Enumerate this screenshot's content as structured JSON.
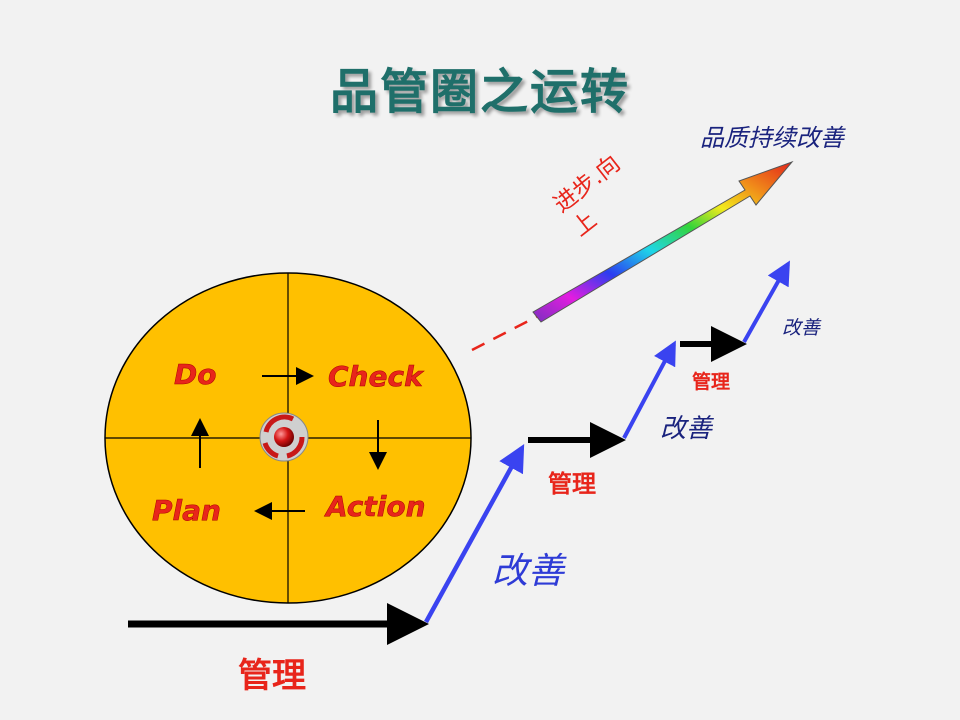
{
  "title": "品管圈之运转",
  "cycle": {
    "do": "Do",
    "check": "Check",
    "plan": "Plan",
    "action": "Action"
  },
  "goal_label": "品质持续改善",
  "progress_label_line1": "进步.向",
  "progress_label_line2": "上",
  "steps": [
    {
      "management": "管理",
      "improvement": "改善"
    },
    {
      "management": "管理",
      "improvement": "改善"
    },
    {
      "management": "管理",
      "improvement": "改善"
    }
  ],
  "colors": {
    "title": "#1f6f6a",
    "circle_fill": "#ffc000",
    "pdca_text": "#e8251b",
    "management_text": "#e8251b",
    "improvement_text": "#2e3bd6",
    "step_flat": "#000000",
    "step_rise": "#3a43f0"
  },
  "icons": [
    "cycle-center-icon",
    "rainbow-arrow-icon"
  ]
}
